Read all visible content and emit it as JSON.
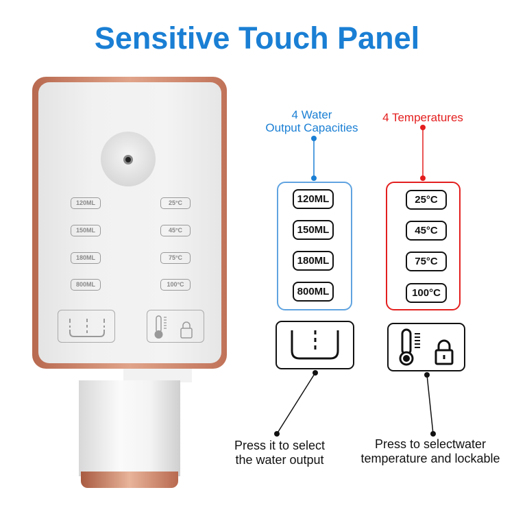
{
  "title": "Sensitive Touch Panel",
  "device": {
    "capacities": [
      "120ML",
      "150ML",
      "180ML",
      "800ML"
    ],
    "temperatures": [
      "25°C",
      "45°C",
      "75°C",
      "100°C"
    ]
  },
  "callouts": {
    "capacity_heading": [
      "4 Water",
      "Output Capacities"
    ],
    "temperature_heading": "4 Temperatures",
    "capacities": [
      "120ML",
      "150ML",
      "180ML",
      "800ML"
    ],
    "temperatures": [
      "25°C",
      "45°C",
      "75°C",
      "100°C"
    ],
    "water_caption": [
      "Press it to select",
      "the water output"
    ],
    "temp_caption": [
      "Press to selectwater",
      "temperature and lockable"
    ]
  },
  "colors": {
    "title": "#1a7fd4",
    "capacity": "#1a7fd4",
    "temperature": "#e41e1e",
    "rose_gold": "#c07258"
  }
}
